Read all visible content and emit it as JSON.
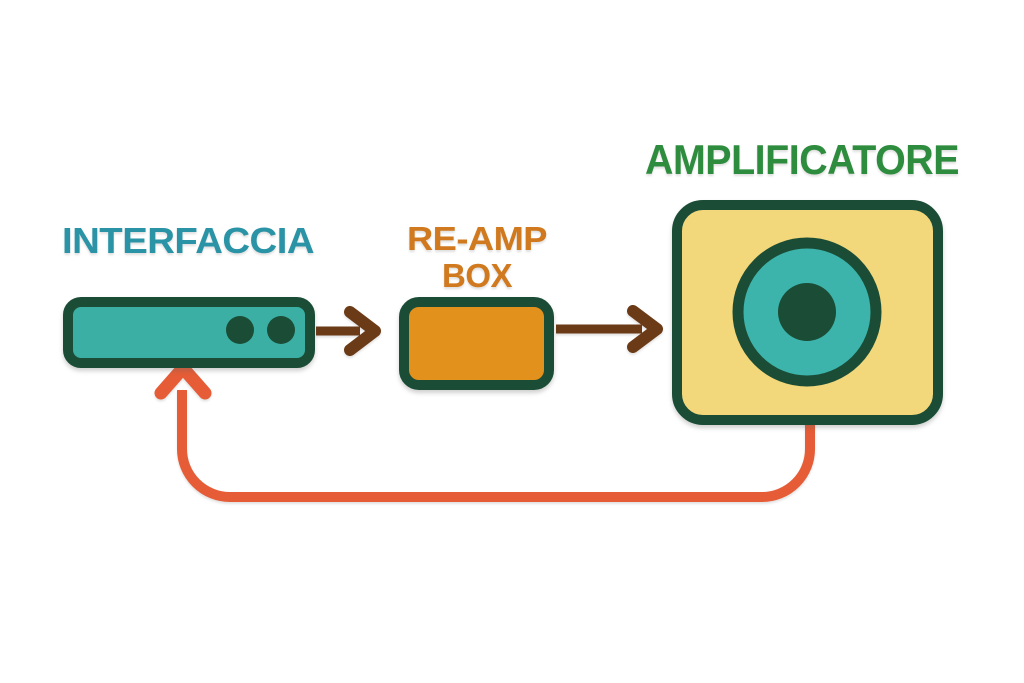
{
  "diagram": {
    "title": "Re-amping signal flow diagram",
    "labels": {
      "interface": "INTERFACCIA",
      "reamp_line1": "RE-AMP",
      "reamp_line2": "BOX",
      "amplifier": "AMPLIFICATORE"
    },
    "colors": {
      "background": "#FFFFFF",
      "interface_label": "#2A94A6",
      "reamp_label": "#D0791E",
      "amplifier_label": "#2E8C3E",
      "device_teal": "#3BAFA4",
      "speaker_teal": "#3CB4AC",
      "outline_dark_green": "#1B4C36",
      "reamp_fill": "#E2911D",
      "amplifier_fill": "#F2D77B",
      "arrow_brown": "#6B3A16",
      "feedback_orange": "#E55C36"
    },
    "icons": {
      "knobs": "interface-knob-dots",
      "speaker": "speaker-cone",
      "arrows": "right-arrow",
      "feedback": "return-loop-up-arrow"
    }
  }
}
